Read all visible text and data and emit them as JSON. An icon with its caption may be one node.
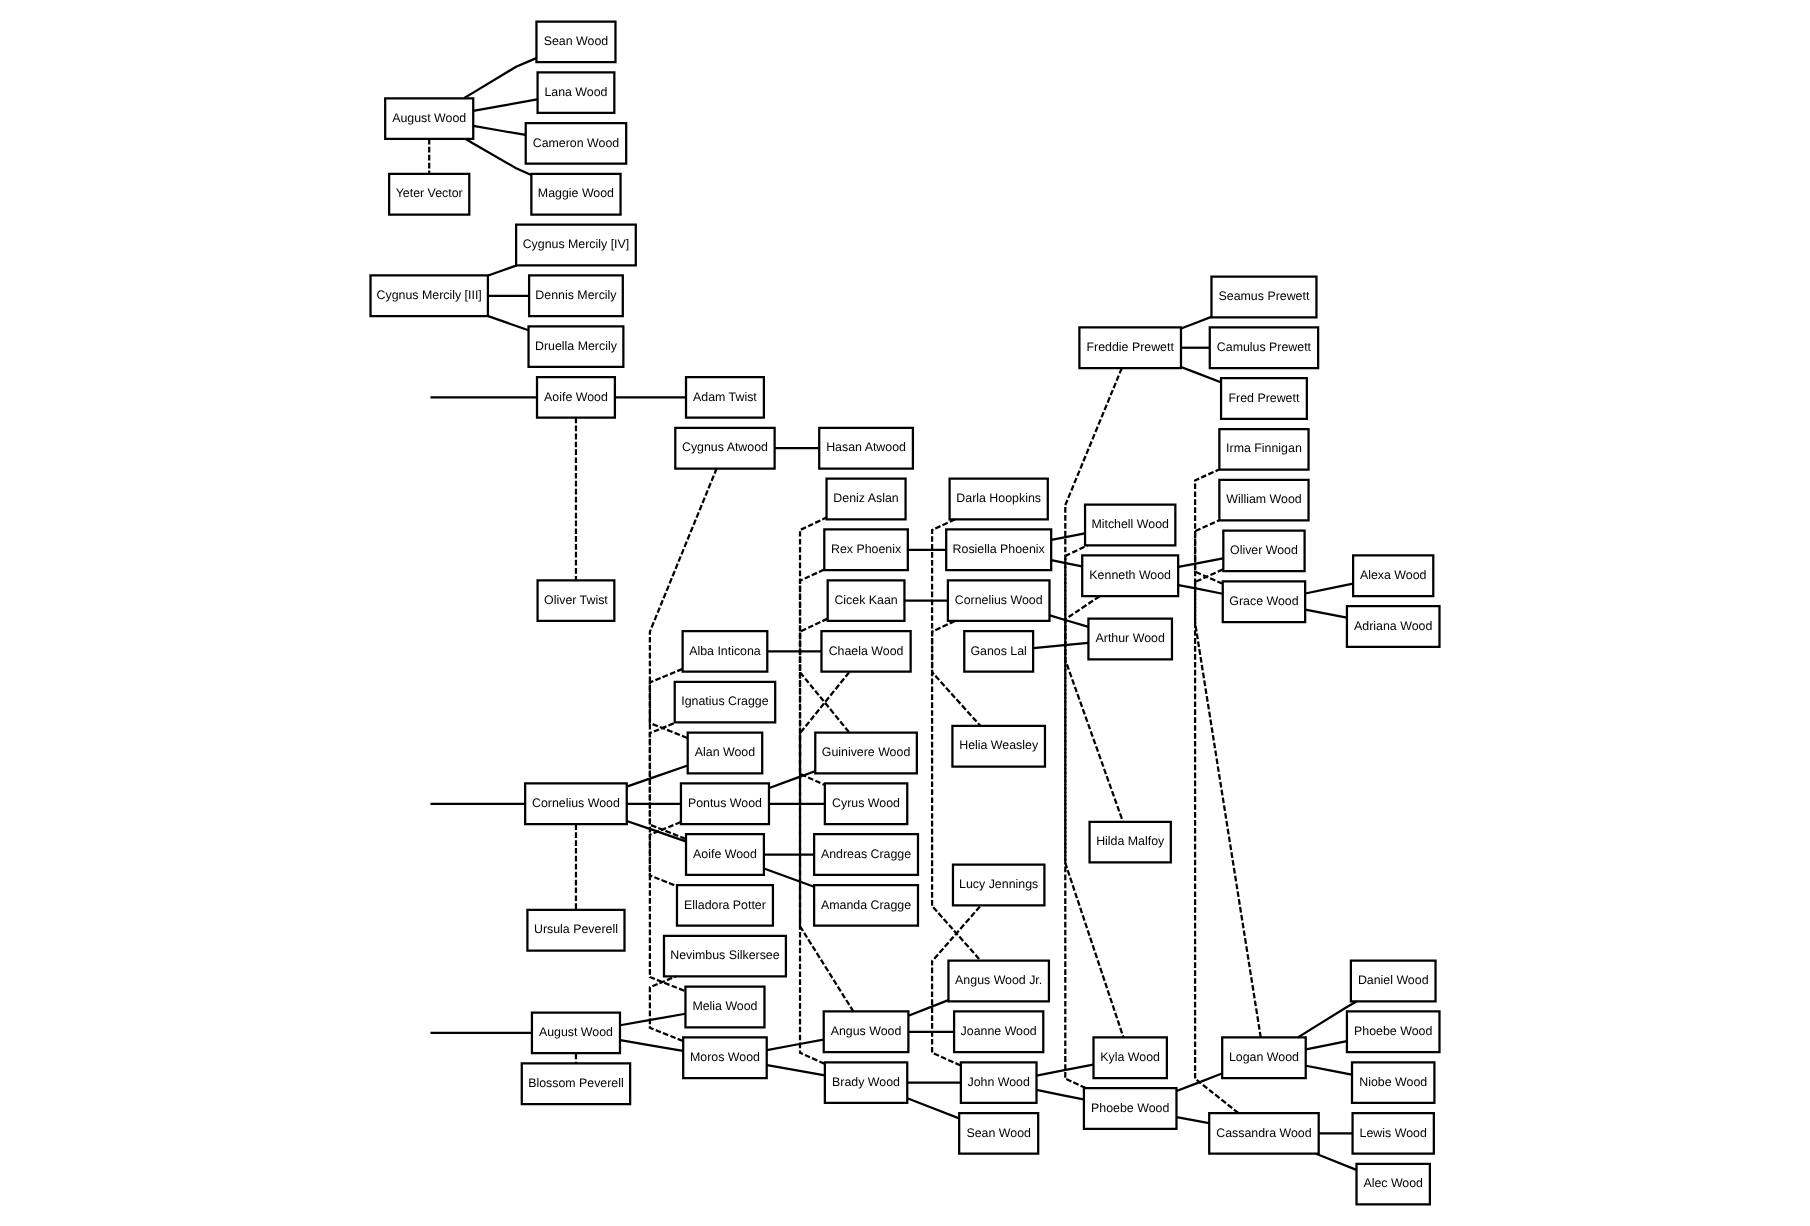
{
  "diagram": {
    "nodes": [
      {
        "text": [
          "Cygnus Atwood"
        ]
      },
      {
        "text": [
          "Hasan Atwood"
        ]
      },
      {
        "text": [
          "Melia Wood"
        ]
      },
      {
        "text": [
          "August Wood"
        ]
      },
      {
        "text": [
          "Moros Wood"
        ]
      },
      {
        "text": [
          "Blossom Peverell"
        ]
      },
      {
        "text": [
          "Nevimbus Silkersee"
        ]
      },
      {
        "text": [
          "Angus Wood"
        ]
      },
      {
        "text": [
          "Deniz Aslan"
        ]
      },
      {
        "text": [
          "Brady Wood"
        ]
      },
      {
        "text": [
          "Aoife Wood"
        ]
      },
      {
        "text": [
          "Adam Twist"
        ]
      },
      {
        "text": [
          "Chaela Wood"
        ]
      },
      {
        "text": [
          "Alba Inticona"
        ]
      },
      {
        "text": [
          "Oliver Twist"
        ]
      },
      {
        "text": [
          "Rex Phoenix"
        ]
      },
      {
        "text": [
          "Alan Wood"
        ]
      },
      {
        "text": [
          "Cornelius Wood"
        ]
      },
      {
        "text": [
          "Pontus Wood"
        ]
      },
      {
        "text": [
          "Guinivere Wood"
        ]
      },
      {
        "text": [
          "Ursula Peverell"
        ]
      },
      {
        "text": [
          "Elladora Potter"
        ]
      },
      {
        "text": [
          "Cicek Kaan"
        ]
      },
      {
        "text": [
          "Aoife Wood"
        ]
      },
      {
        "text": [
          "Cyrus Wood"
        ]
      },
      {
        "text": [
          "Ignatius Cragge"
        ]
      },
      {
        "text": [
          "Andreas Cragge"
        ]
      },
      {
        "text": [
          "Amanda Cragge"
        ]
      },
      {
        "text": [
          "Darla Hoopkins"
        ]
      },
      {
        "text": [
          "Angus Wood Jr."
        ]
      },
      {
        "text": [
          "Joanne Wood"
        ]
      },
      {
        "text": [
          "Cygnus Mercily [III]"
        ]
      },
      {
        "text": [
          "John Wood"
        ]
      },
      {
        "text": [
          "Lucy Jennings"
        ]
      },
      {
        "text": [
          "Sean Wood"
        ]
      },
      {
        "text": [
          "Rosiella Phoenix"
        ]
      },
      {
        "text": [
          "Cornelius Wood"
        ]
      },
      {
        "text": [
          "Helia Weasley"
        ]
      },
      {
        "text": [
          "Ganos Lal"
        ]
      },
      {
        "text": [
          "Arthur Wood"
        ]
      },
      {
        "text": [
          "Cygnus Mercily [IV]"
        ]
      },
      {
        "text": [
          "Dennis Mercily"
        ]
      },
      {
        "text": [
          "Druella Mercily"
        ]
      },
      {
        "text": [
          "Freddie Prewett"
        ]
      },
      {
        "text": [
          "Kyla Wood"
        ]
      },
      {
        "text": [
          "Phoebe Wood"
        ]
      },
      {
        "text": [
          "Mitchell Wood"
        ]
      },
      {
        "text": [
          "Kenneth Wood"
        ]
      },
      {
        "text": [
          "Hilda Malfoy"
        ]
      },
      {
        "text": [
          "Seamus Prewett"
        ]
      },
      {
        "text": [
          "Camulus Prewett"
        ]
      },
      {
        "text": [
          "Fred Prewett"
        ]
      },
      {
        "text": [
          "Logan Wood"
        ]
      },
      {
        "text": [
          "Irma Finnigan"
        ]
      },
      {
        "text": [
          "Cassandra Wood"
        ]
      },
      {
        "text": [
          "Oliver Wood"
        ]
      },
      {
        "text": [
          "August Wood"
        ]
      },
      {
        "text": [
          "Yeter Vector"
        ]
      },
      {
        "text": [
          "Grace Wood"
        ]
      },
      {
        "text": [
          "William Wood"
        ]
      },
      {
        "text": [
          "Daniel Wood"
        ]
      },
      {
        "text": [
          "Phoebe Wood"
        ]
      },
      {
        "text": [
          "Niobe Wood"
        ]
      },
      {
        "text": [
          "Lewis Wood"
        ]
      },
      {
        "text": [
          "Alec Wood"
        ]
      },
      {
        "text": [
          "Sean Wood"
        ]
      },
      {
        "text": [
          "Lana Wood"
        ]
      },
      {
        "text": [
          "Cameron Wood"
        ]
      },
      {
        "text": [
          "Maggie Wood"
        ]
      },
      {
        "text": [
          "Alexa Wood"
        ]
      },
      {
        "text": [
          "Adriana Wood"
        ]
      }
    ],
    "edges": [
      {
        "from": null,
        "to": 3,
        "arrow": "none"
      },
      {
        "from": null,
        "to": 10,
        "arrow": "none"
      },
      {
        "from": null,
        "to": 17,
        "arrow": "none"
      },
      {
        "from": 0,
        "to": 2,
        "arrow": "none",
        "style": "dashed"
      },
      {
        "from": 0,
        "to": 1,
        "arrow": "none"
      },
      {
        "from": 3,
        "to": 5,
        "arrow": "none",
        "style": "dashed"
      },
      {
        "from": 3,
        "to": 2,
        "arrow": "none"
      },
      {
        "from": 3,
        "to": 4,
        "arrow": "none"
      },
      {
        "from": 4,
        "to": 6,
        "arrow": "none",
        "style": "dashed"
      },
      {
        "from": 4,
        "to": 7,
        "arrow": "none"
      },
      {
        "from": 4,
        "to": 9,
        "arrow": "none"
      },
      {
        "from": 7,
        "to": 8,
        "arrow": "none",
        "style": "dashed"
      },
      {
        "from": 7,
        "to": 29,
        "arrow": "none"
      },
      {
        "from": 7,
        "to": 30,
        "arrow": "none"
      },
      {
        "from": 9,
        "to": 12,
        "arrow": "none",
        "style": "dashed"
      },
      {
        "from": 9,
        "to": 32,
        "arrow": "none"
      },
      {
        "from": 9,
        "to": 34,
        "arrow": "none"
      },
      {
        "from": 10,
        "to": 14,
        "arrow": "none",
        "style": "dashed"
      },
      {
        "from": 10,
        "to": 11,
        "arrow": "none"
      },
      {
        "from": 13,
        "to": 16,
        "arrow": "none",
        "style": "dashed"
      },
      {
        "from": 13,
        "to": 12,
        "arrow": "none"
      },
      {
        "from": 15,
        "to": 19,
        "arrow": "none",
        "style": "dashed"
      },
      {
        "from": 15,
        "to": 35,
        "arrow": "none"
      },
      {
        "from": 17,
        "to": 20,
        "arrow": "none",
        "style": "dashed"
      },
      {
        "from": 17,
        "to": 16,
        "arrow": "none"
      },
      {
        "from": 17,
        "to": 18,
        "arrow": "none"
      },
      {
        "from": 17,
        "to": 23,
        "arrow": "none"
      },
      {
        "from": 18,
        "to": 21,
        "arrow": "none",
        "style": "dashed"
      },
      {
        "from": 18,
        "to": 19,
        "arrow": "none"
      },
      {
        "from": 18,
        "to": 24,
        "arrow": "none"
      },
      {
        "from": 22,
        "to": 24,
        "arrow": "none",
        "style": "dashed"
      },
      {
        "from": 22,
        "to": 36,
        "arrow": "none"
      },
      {
        "from": 23,
        "to": 25,
        "arrow": "none",
        "style": "dashed"
      },
      {
        "from": 23,
        "to": 26,
        "arrow": "none"
      },
      {
        "from": 23,
        "to": 27,
        "arrow": "none"
      },
      {
        "from": 28,
        "to": 29,
        "arrow": "none",
        "style": "dashed"
      },
      {
        "from": 31,
        "to": 40,
        "arrow": "none"
      },
      {
        "from": 31,
        "to": 41,
        "arrow": "none"
      },
      {
        "from": 31,
        "to": 42,
        "arrow": "none"
      },
      {
        "from": 32,
        "to": 33,
        "arrow": "none",
        "style": "dashed"
      },
      {
        "from": 32,
        "to": 44,
        "arrow": "none"
      },
      {
        "from": 32,
        "to": 45,
        "arrow": "none"
      },
      {
        "from": 35,
        "to": 46,
        "arrow": "none"
      },
      {
        "from": 35,
        "to": 47,
        "arrow": "none"
      },
      {
        "from": 36,
        "to": 37,
        "arrow": "none",
        "style": "dashed"
      },
      {
        "from": 36,
        "to": 39,
        "arrow": "none"
      },
      {
        "from": 38,
        "to": 39,
        "arrow": "none"
      },
      {
        "from": 43,
        "to": 44,
        "arrow": "none",
        "style": "dashed"
      },
      {
        "from": 43,
        "to": 49,
        "arrow": "none"
      },
      {
        "from": 43,
        "to": 50,
        "arrow": "none"
      },
      {
        "from": 43,
        "to": 51,
        "arrow": "none"
      },
      {
        "from": 45,
        "to": 46,
        "arrow": "none",
        "style": "dashed"
      },
      {
        "from": 45,
        "to": 52,
        "arrow": "none"
      },
      {
        "from": 45,
        "to": 54,
        "arrow": "none"
      },
      {
        "from": 52,
        "to": 53,
        "arrow": "none",
        "style": "dashed"
      },
      {
        "from": 52,
        "to": 60,
        "arrow": "none"
      },
      {
        "from": 52,
        "to": 61,
        "arrow": "none"
      },
      {
        "from": 52,
        "to": 62,
        "arrow": "none"
      },
      {
        "from": 54,
        "to": 55,
        "arrow": "none",
        "style": "dashed"
      },
      {
        "from": 54,
        "to": 63,
        "arrow": "none"
      },
      {
        "from": 54,
        "to": 64,
        "arrow": "none"
      },
      {
        "from": 47,
        "to": 48,
        "arrow": "none",
        "style": "dashed"
      },
      {
        "from": 47,
        "to": 55,
        "arrow": "none"
      },
      {
        "from": 47,
        "to": 58,
        "arrow": "none"
      },
      {
        "from": 56,
        "to": 57,
        "arrow": "none",
        "style": "dashed"
      },
      {
        "from": 56,
        "to": 65,
        "arrow": "none"
      },
      {
        "from": 56,
        "to": 66,
        "arrow": "none"
      },
      {
        "from": 56,
        "to": 67,
        "arrow": "none"
      },
      {
        "from": 56,
        "to": 68,
        "arrow": "none"
      },
      {
        "from": 58,
        "to": 59,
        "arrow": "none",
        "style": "dashed"
      },
      {
        "from": 58,
        "to": 69,
        "arrow": "none"
      },
      {
        "from": 58,
        "to": 70,
        "arrow": "none"
      }
    ]
  }
}
